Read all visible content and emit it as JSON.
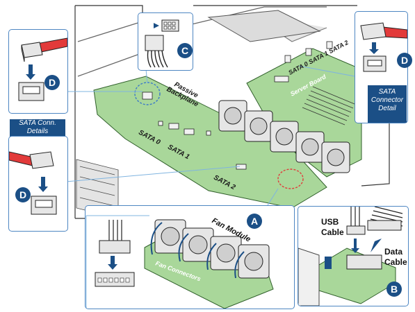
{
  "labels": {
    "passive_backplane": "Passive\nBackplane",
    "sata0_bp": "SATA 0",
    "sata1_bp": "SATA 1",
    "sata2_bp": "SATA 2",
    "sata_board": "SATA 0  SATA 1  SATA 2",
    "server_board": "Server Board",
    "sata_conn_details": "SATA Conn.\nDetails",
    "sata_connector_detail": "SATA\nConnector\nDetail",
    "fan_module": "Fan Module",
    "fan_connectors": "Fan Connectors",
    "usb_cable": "USB\nCable",
    "data_cable": "Data\nCable"
  },
  "callouts": {
    "a": "A",
    "b": "B",
    "c": "C",
    "d_left_top": "D",
    "d_left_bottom": "D",
    "d_right": "D"
  },
  "colors": {
    "board_green": "#a9d79a",
    "callout_blue": "#1b4f86",
    "cable_red": "#e23a3a",
    "detail_border": "#4d86c2",
    "callout_line": "#7fb4e0"
  }
}
